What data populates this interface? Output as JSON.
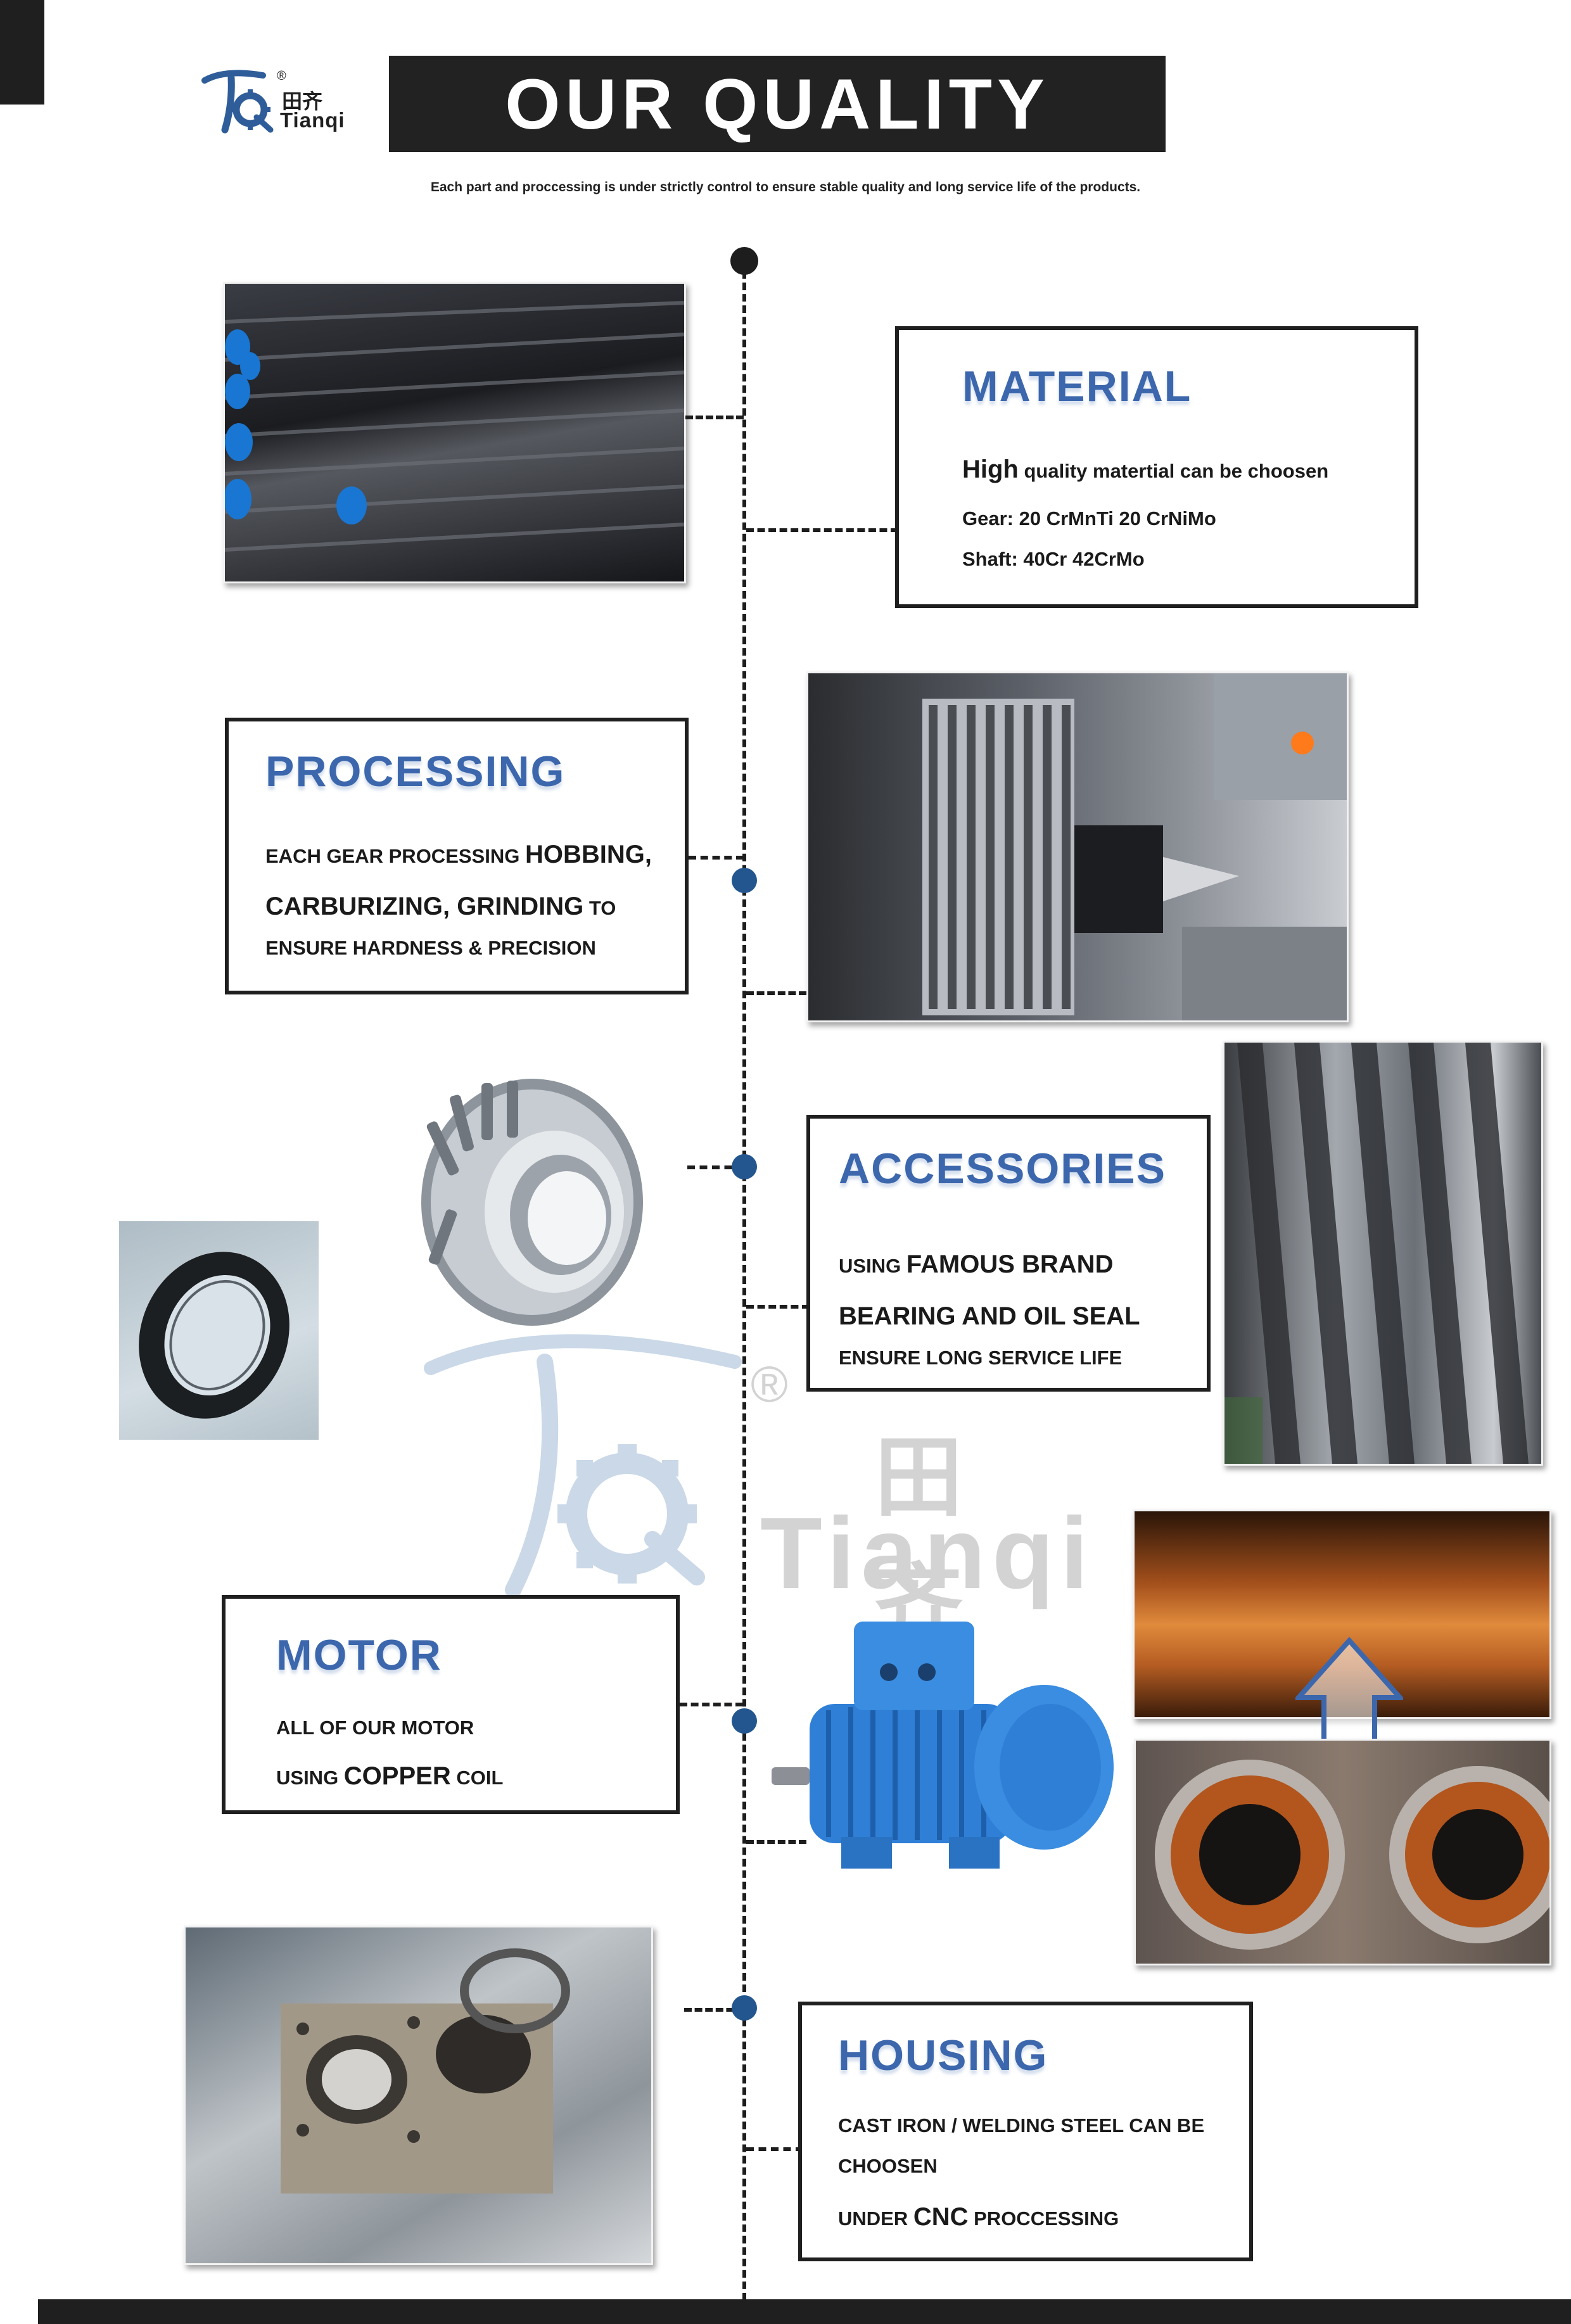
{
  "brand": {
    "logo_cn": "田齐",
    "logo_en": "Tianqi",
    "registered_mark": "®"
  },
  "header": {
    "title": "OUR QUALITY",
    "subtitle": "Each part and proccessing is under strictly control to ensure stable quality and long service life of the products."
  },
  "sections": {
    "material": {
      "title": "MATERIAL",
      "line1_bold": "High",
      "line1_rest": " quality matertial can be choosen",
      "line2": "Gear: 20 CrMnTi  20 CrNiMo",
      "line3": "Shaft: 40Cr 42CrMo"
    },
    "processing": {
      "title": "PROCESSING",
      "line1_pre": "EACH GEAR PROCESSING ",
      "line1_bold": "HOBBING,",
      "line2_bold": "CARBURIZING, GRINDING",
      "line2_rest": " TO",
      "line3": "ENSURE HARDNESS & PRECISION"
    },
    "accessories": {
      "title": "ACCESSORIES",
      "line1_pre": "USING ",
      "line1_bold": "FAMOUS BRAND",
      "line2_bold": "BEARING AND OIL SEAL",
      "line3": "ENSURE LONG SERVICE LIFE"
    },
    "motor": {
      "title": "MOTOR",
      "line1": "ALL OF OUR MOTOR",
      "line2_pre": "USING ",
      "line2_bold": "COPPER",
      "line2_rest": " COIL"
    },
    "housing": {
      "title": "HOUSING",
      "line1": "CAST IRON / WELDING  STEEL CAN BE",
      "line2": "CHOOSEN",
      "line3_pre": "UNDER ",
      "line3_bold": "CNC",
      "line3_rest": " PROCCESSING"
    }
  },
  "colors": {
    "accent_blue": "#3c67ad",
    "timeline_dot": "#23568e",
    "dark": "#1f1f1f"
  }
}
